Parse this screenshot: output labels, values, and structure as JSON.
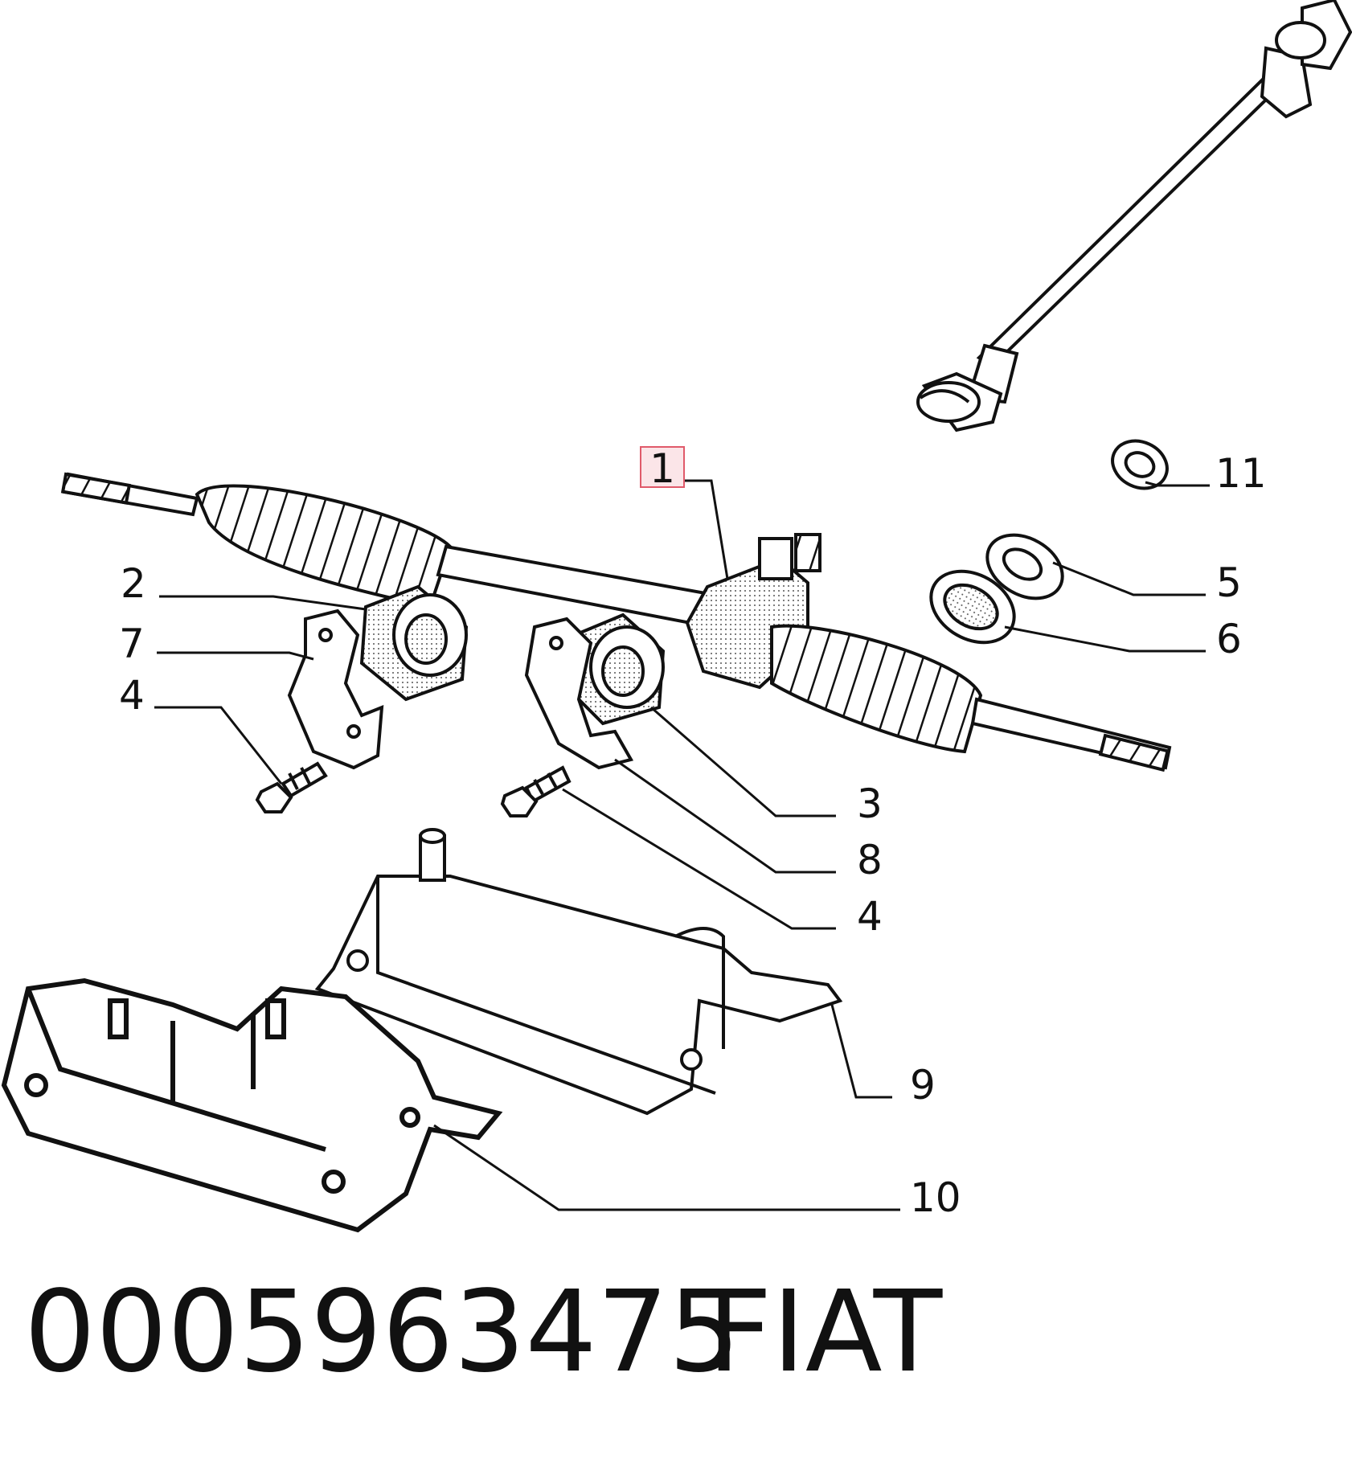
{
  "diagram": {
    "callouts": {
      "c1": "1",
      "c2": "2",
      "c3": "3",
      "c4a": "4",
      "c4b": "4",
      "c5": "5",
      "c6": "6",
      "c7": "7",
      "c8": "8",
      "c9": "9",
      "c10": "10",
      "c11": "11"
    },
    "highlighted_callout": "1",
    "highlight_color": "#e05a6a"
  },
  "footer": {
    "part_number": "0005963475",
    "brand": "FIAT"
  }
}
